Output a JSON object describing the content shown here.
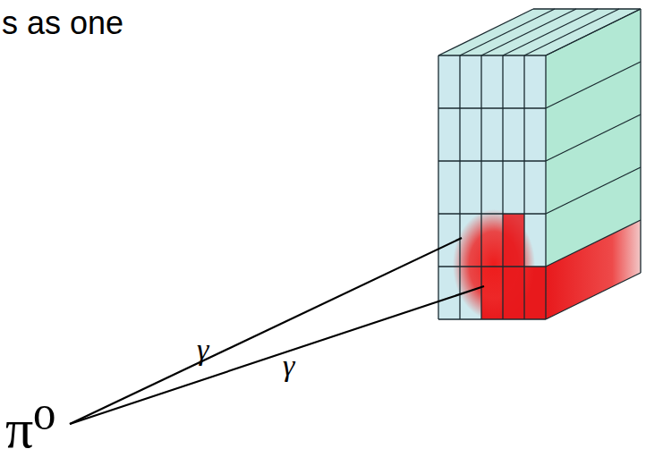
{
  "diagram": {
    "labels": [
      "s as one",
      "γ",
      "γ",
      "π⁰"
    ]
  }
}
